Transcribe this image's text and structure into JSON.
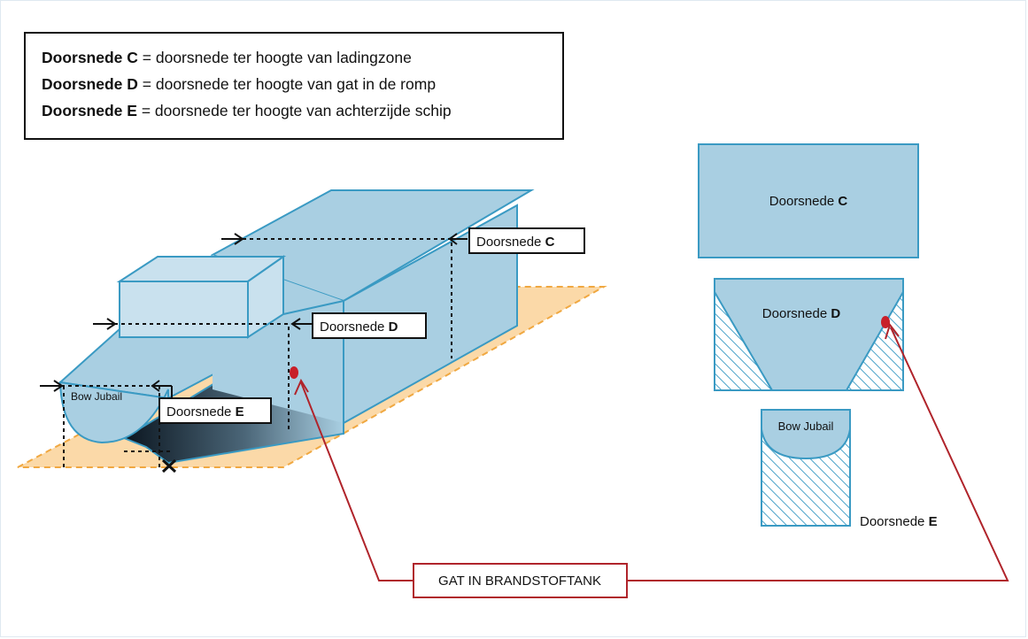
{
  "legend": [
    {
      "term": "Doorsnede C",
      "sep": " = ",
      "desc": "doorsnede ter hoogte van ladingzone"
    },
    {
      "term": "Doorsnede D",
      "sep": " = ",
      "desc": "doorsnede ter hoogte van gat in de romp"
    },
    {
      "term": "Doorsnede E",
      "sep": " = ",
      "desc": "doorsnede ter hoogte van achterzijde schip"
    }
  ],
  "labels": {
    "section_word": "Doorsnede",
    "c": "C",
    "d": "D",
    "e": "E",
    "bow": "Bow Jubail",
    "callout": "GAT IN BRANDSTOFTANK"
  },
  "colors": {
    "hull": "#a9cfe2",
    "hull_light": "#c9e1ee",
    "outline": "#3a9ac3",
    "water": "#fbd9a8",
    "water_edge": "#f0a841",
    "callout": "#b0242b",
    "hole": "#c8202a"
  }
}
